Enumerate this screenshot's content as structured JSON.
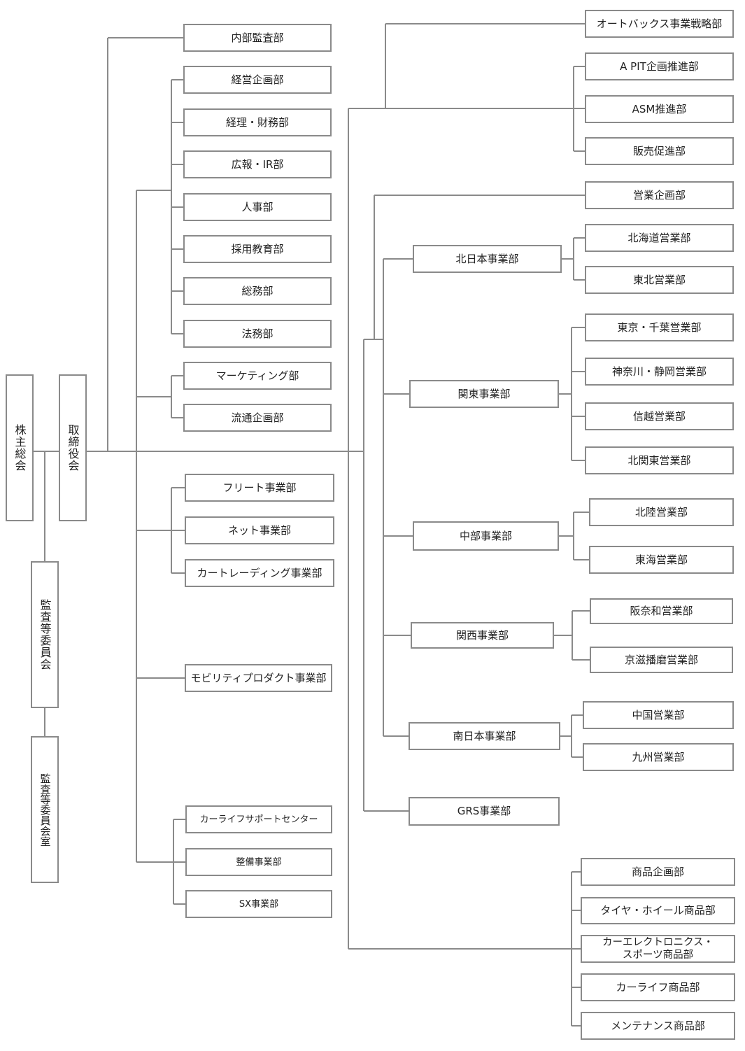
{
  "root": {
    "shareholders": "株主総会",
    "board": "取締役会",
    "audit_committee": "監査等委員会",
    "audit_committee_office": "監査等委員会室"
  },
  "internal_audit": "内部監査部",
  "corporate_group": [
    "経営企画部",
    "経理・財務部",
    "広報・IR部",
    "人事部",
    "採用教育部",
    "総務部",
    "法務部"
  ],
  "marketing_group": [
    "マーケティング部",
    "流通企画部"
  ],
  "business_group": [
    "フリート事業部",
    "ネット事業部",
    "カートレーディング事業部"
  ],
  "mobility": "モビリティプロダクト事業部",
  "carlife_group": [
    "カーライフサポートセンター",
    "整備事業部",
    "SX事業部"
  ],
  "strategy": "オートバックス事業戦略部",
  "apit_group": [
    "A PIT企画推進部",
    "ASM推進部",
    "販売促進部"
  ],
  "sales_planning": "営業企画部",
  "regions": [
    {
      "name": "北日本事業部",
      "units": [
        "北海道営業部",
        "東北営業部"
      ]
    },
    {
      "name": "関東事業部",
      "units": [
        "東京・千葉営業部",
        "神奈川・静岡営業部",
        "信越営業部",
        "北関東営業部"
      ]
    },
    {
      "name": "中部事業部",
      "units": [
        "北陸営業部",
        "東海営業部"
      ]
    },
    {
      "name": "関西事業部",
      "units": [
        "阪奈和営業部",
        "京滋播磨営業部"
      ]
    },
    {
      "name": "南日本事業部",
      "units": [
        "中国営業部",
        "九州営業部"
      ]
    }
  ],
  "grs": "GRS事業部",
  "product_group": [
    "商品企画部",
    "タイヤ・ホイール商品部",
    "カーエレクトロニクス・スポーツ商品部",
    "カーライフ商品部",
    "メンテナンス商品部"
  ],
  "colors": {
    "line": "#8a8a8a",
    "border": "#8a8a8a",
    "text": "#222222"
  }
}
